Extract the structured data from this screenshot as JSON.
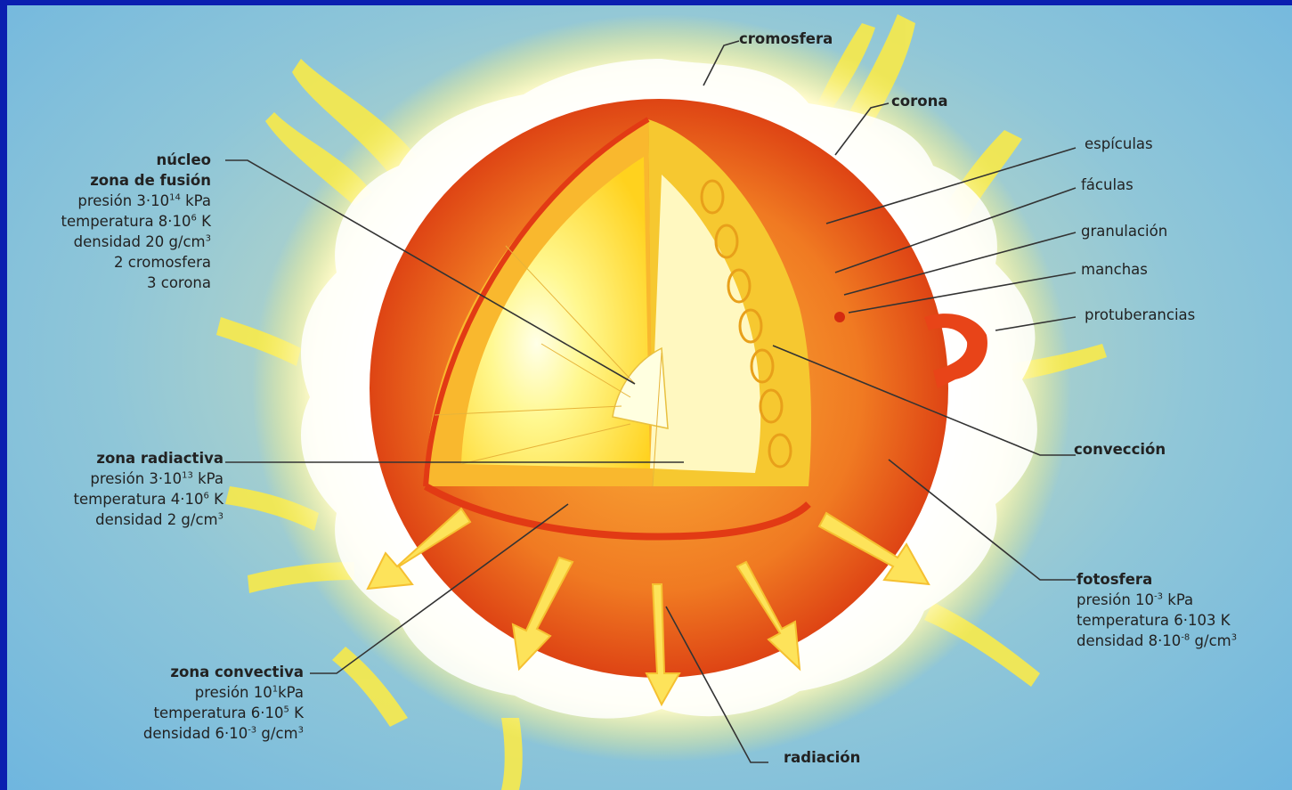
{
  "labels": {
    "cromosfera": "cromosfera",
    "corona": "corona",
    "espiculas": "espículas",
    "faculas": "fáculas",
    "granulacion": "granulación",
    "manchas": "manchas",
    "protuberancias": "protuberancias",
    "conveccion": "convección",
    "radiacion": "radiación",
    "nucleo": {
      "title": "núcleo",
      "subtitle": "zona de fusión",
      "presion_base": "presión 3·10",
      "presion_exp": "14",
      "presion_unit": " kPa",
      "temp_base": "temperatura 8·10",
      "temp_exp": "6",
      "temp_unit": " K",
      "dens_base": "densidad 20 g/cm",
      "dens_exp": "3",
      "extra1": "2 cromosfera",
      "extra2": "3 corona"
    },
    "radiactiva": {
      "title": "zona radiactiva",
      "presion_base": "presión 3·10",
      "presion_exp": "13",
      "presion_unit": " kPa",
      "temp_base": "temperatura 4·10",
      "temp_exp": "6",
      "temp_unit": " K",
      "dens_base": "densidad 2 g/cm",
      "dens_exp": "3"
    },
    "convectiva": {
      "title": "zona convectiva",
      "presion_base": "presión 10",
      "presion_exp": "1",
      "presion_unit": "kPa",
      "temp_base": "temperatura 6·10",
      "temp_exp": "5",
      "temp_unit": " K",
      "dens_base": "densidad 6·10",
      "dens_exp": "-3",
      "dens_unit": " g/cm",
      "dens_exp2": "3"
    },
    "fotosfera": {
      "title": "fotosfera",
      "presion_base": "presión 10",
      "presion_exp": "-3",
      "presion_unit": " kPa",
      "temp": "temperatura 6·103 K",
      "dens_base": "densidad 8·10",
      "dens_exp": "-8",
      "dens_unit": " g/cm",
      "dens_exp2": "3"
    }
  },
  "colors": {
    "sun_outer": "#e8501a",
    "sun_mid": "#f58a1e",
    "core": "#fff46a",
    "halo": "#fff9d8",
    "flare": "#f6e84a",
    "line": "#333333",
    "border": "#0b1fb0"
  }
}
